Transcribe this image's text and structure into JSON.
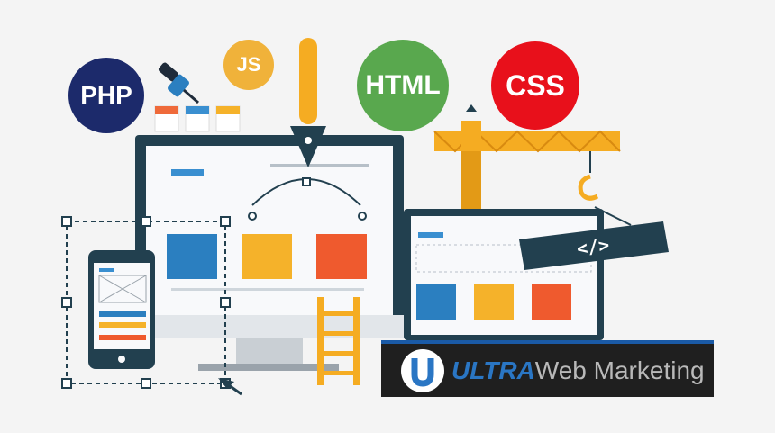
{
  "bubbles": {
    "php": "PHP",
    "js": "JS",
    "html": "HTML",
    "css": "CSS"
  },
  "code_tag": "</>",
  "banner": {
    "ultra": "ULTRA",
    "web": "Web",
    "marketing": " Marketing"
  },
  "colors": {
    "php": "#1c2a6b",
    "js": "#f0b23a",
    "html": "#59a84e",
    "css": "#e8101b",
    "monitor_frame": "#22404f",
    "crane": "#f5ac22",
    "brand_blue": "#2a76c4"
  }
}
